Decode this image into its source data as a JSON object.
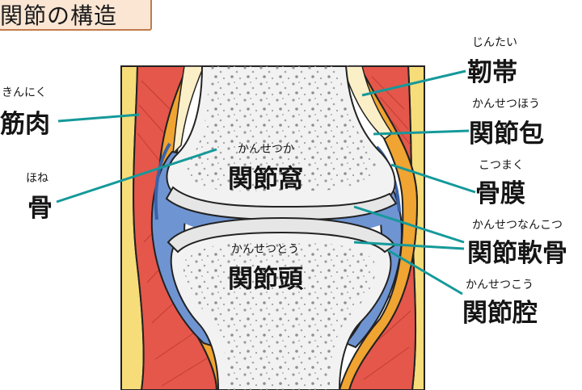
{
  "title": "関節の構造",
  "colors": {
    "muscle": "#e4574a",
    "fat": "#f7dc7a",
    "capsule": "#f0a431",
    "bone": "#f2f2f2",
    "cartilage": "#e6e6e6",
    "cavity": "#6f94d2",
    "leader": "#15999a",
    "title_bg": "#fbe6d4"
  },
  "labels": {
    "kinniku": {
      "text": "筋肉",
      "ruby": "きんにく"
    },
    "hone": {
      "text": "骨",
      "ruby": "ほね"
    },
    "jintai": {
      "text": "靭帯",
      "ruby": "じんたい"
    },
    "kansetsuhou": {
      "text": "関節包",
      "ruby": "かんせつほう"
    },
    "kotsumaku": {
      "text": "骨膜",
      "ruby": "こつまく"
    },
    "kansetsunankotsu": {
      "text": "関節軟骨",
      "ruby": "かんせつなんこつ"
    },
    "kansetsukou": {
      "text": "関節腔",
      "ruby": "かんせつこう"
    },
    "kansetsuka": {
      "text": "関節窩",
      "ruby": "かんせつか"
    },
    "kansetsutou": {
      "text": "関節頭",
      "ruby": "かんせつとう"
    }
  }
}
